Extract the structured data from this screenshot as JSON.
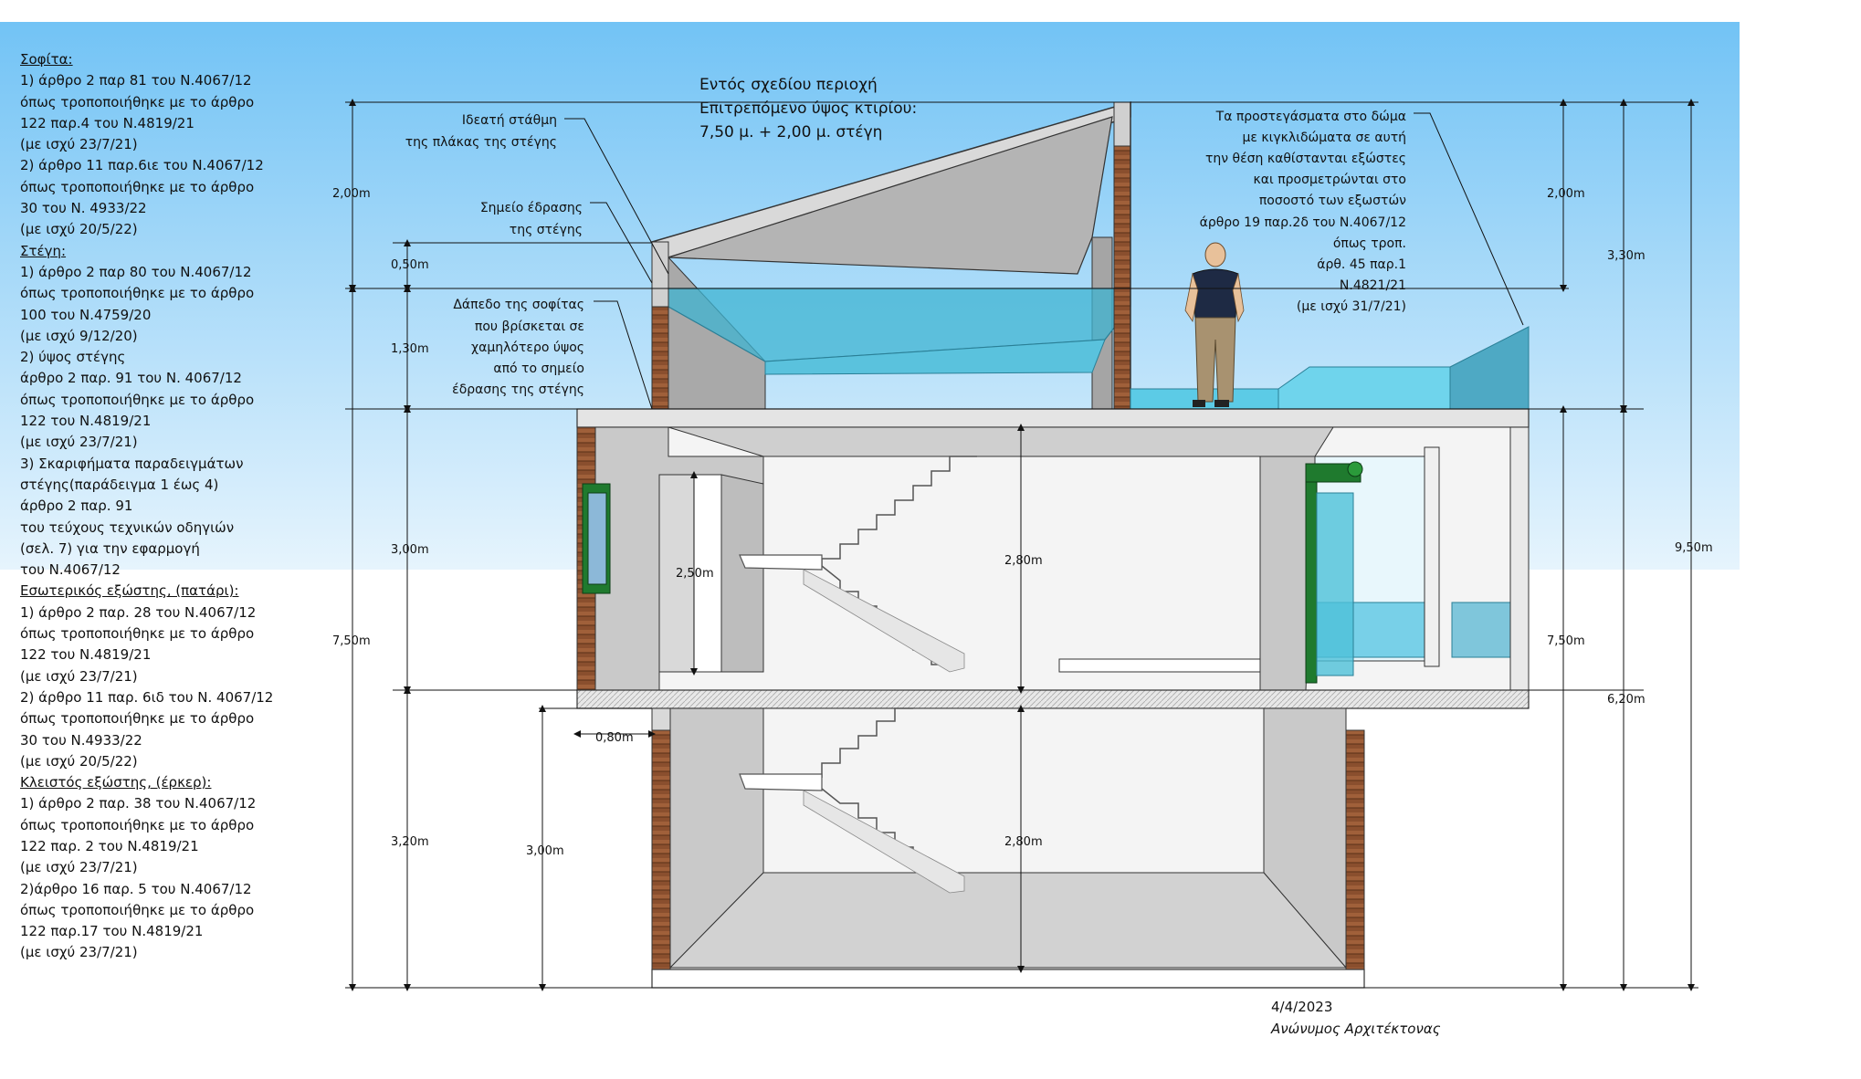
{
  "colors": {
    "sky_top": "#72c3f5",
    "sky_bottom": "#e6f4fd",
    "wall_gray": "#c9c9c9",
    "wall_dark": "#9a9a9a",
    "brick": "#8a4f2e",
    "glass": "#3fb4d2",
    "dim_line": "#111111"
  },
  "notes": [
    {
      "text": "Σοφίτα:",
      "heading": true
    },
    {
      "text": "1) άρθρο 2 παρ 81 του Ν.4067/12"
    },
    {
      "text": "όπως τροποποιήθηκε με το άρθρο"
    },
    {
      "text": "122 παρ.4 του Ν.4819/21"
    },
    {
      "text": "(με ισχύ 23/7/21)"
    },
    {
      "text": "2) άρθρο 11 παρ.6ιε του Ν.4067/12"
    },
    {
      "text": "όπως τροποποιήθηκε με το άρθρο"
    },
    {
      "text": "30 του Ν. 4933/22"
    },
    {
      "text": "(με ισχύ 20/5/22)"
    },
    {
      "text": "Στέγη:",
      "heading": true
    },
    {
      "text": "1) άρθρο 2 παρ 80 του Ν.4067/12"
    },
    {
      "text": "όπως τροποποιήθηκε με το άρθρο"
    },
    {
      "text": "100 του Ν.4759/20"
    },
    {
      "text": "(με ισχύ 9/12/20)"
    },
    {
      "text": "2) ύψος στέγης"
    },
    {
      "text": "άρθρο 2 παρ. 91 του Ν. 4067/12"
    },
    {
      "text": "όπως τροποποιήθηκε με το άρθρο"
    },
    {
      "text": "122 του Ν.4819/21"
    },
    {
      "text": "(με ισχύ 23/7/21)"
    },
    {
      "text": "3) Σκαριφήματα παραδειγμάτων"
    },
    {
      "text": "στέγης(παράδειγμα 1 έως 4)"
    },
    {
      "text": "άρθρο 2 παρ. 91"
    },
    {
      "text": "του τεύχους τεχνικών οδηγιών"
    },
    {
      "text": "(σελ. 7) για την εφαρμογή"
    },
    {
      "text": "του Ν.4067/12"
    },
    {
      "text": "Εσωτερικός εξώστης, (πατάρι):",
      "heading": true
    },
    {
      "text": "1) άρθρο 2 παρ. 28 του Ν.4067/12"
    },
    {
      "text": "όπως τροποποιήθηκε με το άρθρο"
    },
    {
      "text": "122 του Ν.4819/21"
    },
    {
      "text": "(με ισχύ 23/7/21)"
    },
    {
      "text": "2) άρθρο 11 παρ. 6ιδ του Ν. 4067/12"
    },
    {
      "text": "όπως τροποποιήθηκε με το άρθρο"
    },
    {
      "text": "30 του Ν.4933/22"
    },
    {
      "text": "(με ισχύ 20/5/22)"
    },
    {
      "text": "Κλειστός εξώστης, (έρκερ):",
      "heading": true
    },
    {
      "text": "1) άρθρο 2 παρ. 38 του Ν.4067/12"
    },
    {
      "text": "όπως τροποποιήθηκε με το άρθρο"
    },
    {
      "text": "122 παρ. 2 του Ν.4819/21"
    },
    {
      "text": "(με ισχύ 23/7/21)"
    },
    {
      "text": "2)άρθρο 16 παρ. 5 του Ν.4067/12"
    },
    {
      "text": "όπως τροποποιήθηκε με το άρθρο"
    },
    {
      "text": "122 παρ.17 του Ν.4819/21"
    },
    {
      "text": "(με ισχύ 23/7/21)"
    }
  ],
  "title": {
    "line1": "Εντός σχεδίου περιοχή",
    "line2": "Επιτρεπόμενο ύψος κτιρίου:",
    "line3": "7,50 μ. + 2,00 μ. στέγη"
  },
  "labels": {
    "ideal_level_1": "Ιδεατή στάθμη",
    "ideal_level_2": "της πλάκας της στέγης",
    "seat_point_1": "Σημείο έδρασης",
    "seat_point_2": "της στέγης",
    "attic_floor_1": "Δάπεδο της σοφίτας",
    "attic_floor_2": "που βρίσκεται σε",
    "attic_floor_3": "χαμηλότερο ύψος",
    "attic_floor_4": "από το σημείο",
    "attic_floor_5": "έδρασης της στέγης",
    "roof_parapet_1": "Τα προστεγάσματα στο δώμα",
    "roof_parapet_2": "με κιγκλιδώματα σε αυτή",
    "roof_parapet_3": "την θέση καθίστανται εξώστες",
    "roof_parapet_4": "και προσμετρώνται στο",
    "roof_parapet_5": "ποσοστό των εξωστών",
    "roof_parapet_6": "άρθρο 19 παρ.2δ του Ν.4067/12",
    "roof_parapet_7": "όπως τροπ.",
    "roof_parapet_8": "άρθ. 45 παρ.1",
    "roof_parapet_9": "Ν.4821/21",
    "roof_parapet_10": "(με ισχύ 31/7/21)"
  },
  "dimensions": {
    "d_2_00_left": "2,00m",
    "d_0_50": "0,50m",
    "d_1_30": "1,30m",
    "d_3_00_left": "3,00m",
    "d_7_50_left": "7,50m",
    "d_3_20": "3,20m",
    "d_3_00_ground": "3,00m",
    "d_0_80": "0,80m",
    "d_2_50": "2,50m",
    "d_2_80_upper": "2,80m",
    "d_2_80_lower": "2,80m",
    "d_2_00_right": "2,00m",
    "d_7_50_right": "7,50m",
    "d_3_30": "3,30m",
    "d_6_20": "6,20m",
    "d_9_50": "9,50m"
  },
  "footer": {
    "date": "4/4/2023",
    "author": "Ανώνυμος Αρχιτέκτονας"
  }
}
